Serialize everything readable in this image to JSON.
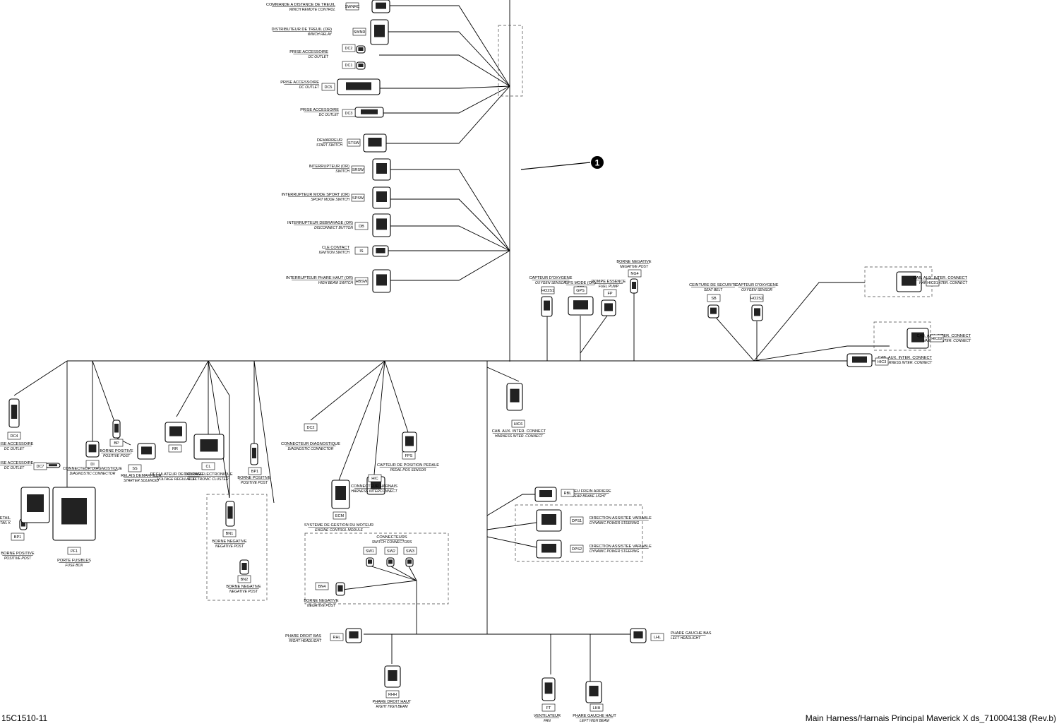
{
  "footer": {
    "code": "15C1510-11",
    "title": "Main Harness/Harnais Principal Maverick X ds_710004138 (Rev.b)"
  },
  "callout": "1",
  "components": [
    {
      "id": "winch-remote",
      "fr": "COMMANDE A DISTANCE DE TREUIL",
      "en": "WINCH REMOTE CONTROL",
      "code": "SWNRC"
    },
    {
      "id": "winch-relay",
      "fr": "DISTRIBUTEUR DE TREUIL (OR)",
      "en": "WINCH RELAY",
      "code": "SWNR"
    },
    {
      "id": "dc-outlet-1",
      "fr": "PRISE ACCESSOIRE",
      "en": "DC OUTLET",
      "code": "DC2"
    },
    {
      "id": "dc-outlet-1b",
      "fr": "",
      "en": "",
      "code": "DC1"
    },
    {
      "id": "dc-outlet-2",
      "fr": "PRISE ACCESSOIRE",
      "en": "DC OUTLET",
      "code": "DC5"
    },
    {
      "id": "dc-outlet-3",
      "fr": "PRISE ACCESSOIRE",
      "en": "DC OUTLET",
      "code": "DC3"
    },
    {
      "id": "start-switch",
      "fr": "DEMARREUR",
      "en": "START SWITCH",
      "code": "STSW"
    },
    {
      "id": "sw-1",
      "fr": "INTERRUPTEUR (OR)",
      "en": "SWITCH",
      "code": "SRSW"
    },
    {
      "id": "sport-switch",
      "fr": "INTERRUPTEUR MODE SPORT (OR)",
      "en": "SPORT MODE SWITCH",
      "code": "SPSW"
    },
    {
      "id": "disconnect-button",
      "fr": "INTERRUPTEUR DEBRAYAGE (OR)",
      "en": "DISCONNECT BUTTON",
      "code": "DB"
    },
    {
      "id": "ignition-switch",
      "fr": "CLE CONTACT",
      "en": "IGNITION SWITCH",
      "code": "IS"
    },
    {
      "id": "high-beam-switch",
      "fr": "INTERRUPTEUR PHARE HAUT (OR)",
      "en": "HIGH BEAM SWITCH",
      "code": "HBSW"
    },
    {
      "id": "oxygen-sensor",
      "fr": "CAPTEUR D'OXYGENE",
      "en": "OXYGEN SENSOR",
      "code": "HO2S1"
    },
    {
      "id": "gps",
      "fr": "GPS MODE (OR)",
      "en": "GPS",
      "code": "GPS"
    },
    {
      "id": "fuel-pump",
      "fr": "POMPE ESSENCE",
      "en": "FUEL PUMP",
      "code": "FP"
    },
    {
      "id": "negative-post-top",
      "fr": "BORNE NEGATIVE",
      "en": "NEGATIVE POST",
      "code": "NG4"
    },
    {
      "id": "safety-belt",
      "fr": "CEINTURE DE SECURITE",
      "en": "SEAT BELT",
      "code": "SB"
    },
    {
      "id": "oxygen-sensor-2",
      "fr": "CAPTEUR D'OXYGENE",
      "en": "OXYGEN SENSOR",
      "code": "HO2S2"
    },
    {
      "id": "harness-connector-1",
      "fr": "CAB. AUX. INTER. CONNECT",
      "en": "HARNESS INTER. CONNECT",
      "code": "HIC01"
    },
    {
      "id": "harness-connector-2",
      "fr": "CAB. AUX. INTER. CONNECT",
      "en": "HARNESS INTER. CONNECT",
      "code": "HIC02"
    },
    {
      "id": "harness-connector-3",
      "fr": "CAB. AUX. INTER. CONNECT",
      "en": "HARNESS INTER. CONNECT",
      "code": "HIC3"
    },
    {
      "id": "dc-outlet-left",
      "fr": "PRISE ACCESSOIRE",
      "en": "DC OUTLET",
      "code": "DC4"
    },
    {
      "id": "dc-outlet-left-2",
      "fr": "PRISE ACCESSOIRE",
      "en": "DC OUTLET",
      "code": "DC7"
    },
    {
      "id": "diagnostic-connector",
      "fr": "CONNECTEUR DIAGNOSTIQUE",
      "en": "DIAGNOSTIC CONNECTOR",
      "code": "DI"
    },
    {
      "id": "positive-post-left",
      "fr": "BORNE POSITIVE",
      "en": "POSITIVE POST",
      "code": "BP"
    },
    {
      "id": "starter-solenoid",
      "fr": "RELAIS DEMARREUR",
      "en": "STARTER SOLENOID",
      "code": "SS"
    },
    {
      "id": "voltage-regulator",
      "fr": "REGULATEUR DE VOLTAGE",
      "en": "VOLTAGE REGULATOR",
      "code": "RR"
    },
    {
      "id": "electronic-cluster",
      "fr": "CADRAN ELECTRONIQUE",
      "en": "ELECTRONIC CLUSTER",
      "code": "CL"
    },
    {
      "id": "positive-post",
      "fr": "BORNE POSITIVE",
      "en": "POSITIVE POST",
      "code": "BP1"
    },
    {
      "id": "negative-post-mid",
      "fr": "BORNE NEGATIVE",
      "en": "NEGATIVE POST",
      "code": "BN1"
    },
    {
      "id": "negative-post-bottom",
      "fr": "BORNE NEGATIVE",
      "en": "NEGATIVE POST",
      "code": "BN2"
    },
    {
      "id": "fuse-box",
      "fr": "PORTE FUSIBLES",
      "en": "FUSE BOX",
      "code": "PF1"
    },
    {
      "id": "positive-post-battery",
      "fr": "BORNE POSITIVE",
      "en": "POSITIVE POST",
      "code": "BP1"
    },
    {
      "id": "detail-k",
      "fr": "VOIR DETAIL",
      "en": "DETAIL K",
      "code": ""
    },
    {
      "id": "diagnostic-connector-2",
      "fr": "CONNECTEUR DIAGNOSTIQUE",
      "en": "DIAGNOSTIC CONNECTOR",
      "code": "DC2"
    },
    {
      "id": "pedal-sensor",
      "fr": "CAPTEUR DE POSITION PEDALE",
      "en": "PEDAL POS SENSOR",
      "code": "FPS"
    },
    {
      "id": "ecm",
      "fr": "SYSTEME DE GESTION DU MOTEUR",
      "en": "ENGINE CONTROL MODULE",
      "code": "ECM"
    },
    {
      "id": "harness-interconnect",
      "fr": "CONNECTEUR HARNAIS",
      "en": "HARNESS INTERCONNECT",
      "code": "HIC"
    },
    {
      "id": "harness-connect-right",
      "fr": "CAB. AUX. INTER. CONNECT",
      "en": "HARNESS INTER. CONNECT",
      "code": "HIC6"
    },
    {
      "id": "rear-brake-light",
      "fr": "FEU FREIN ARRIERE",
      "en": "REAR BRAKE LIGHT",
      "code": "RBL"
    },
    {
      "id": "power-steering-1",
      "fr": "DIRECTION ASSISTEE VARIABLE",
      "en": "DYNAMIC POWER STEERING",
      "code": "DPS1"
    },
    {
      "id": "power-steering-2",
      "fr": "DIRECTION ASSISTEE VARIABLE",
      "en": "DYNAMIC POWER STEERING",
      "code": "DPS2"
    },
    {
      "id": "contactor-group",
      "fr": "CONNECTEURS",
      "en": "SWITCH CONNECTORS",
      "code": ""
    },
    {
      "id": "contactor-1",
      "fr": "",
      "en": "",
      "code": "SW1"
    },
    {
      "id": "contactor-2",
      "fr": "",
      "en": "",
      "code": "SW2"
    },
    {
      "id": "contactor-3",
      "fr": "",
      "en": "",
      "code": "SW3"
    },
    {
      "id": "negative-post-ecm",
      "fr": "BORNE NEGATIVE",
      "en": "NEGATIVE POST",
      "code": "BN4"
    },
    {
      "id": "right-headlight",
      "fr": "PHARE DROIT BAS",
      "en": "RIGHT HEADLIGHT",
      "code": "RHL"
    },
    {
      "id": "left-headlight",
      "fr": "PHARE GAUCHE BAS",
      "en": "LEFT HEADLIGHT",
      "code": "LHL"
    },
    {
      "id": "right-high",
      "fr": "PHARE DROIT HAUT",
      "en": "RIGHT HIGH BEAM",
      "code": "RHH"
    },
    {
      "id": "fan",
      "fr": "VENTILATEUR",
      "en": "FAN",
      "code": "FT"
    },
    {
      "id": "left-high",
      "fr": "PHARE GAUCHE HAUT",
      "en": "LEFT HIGH BEAM",
      "code": "LHH"
    }
  ]
}
